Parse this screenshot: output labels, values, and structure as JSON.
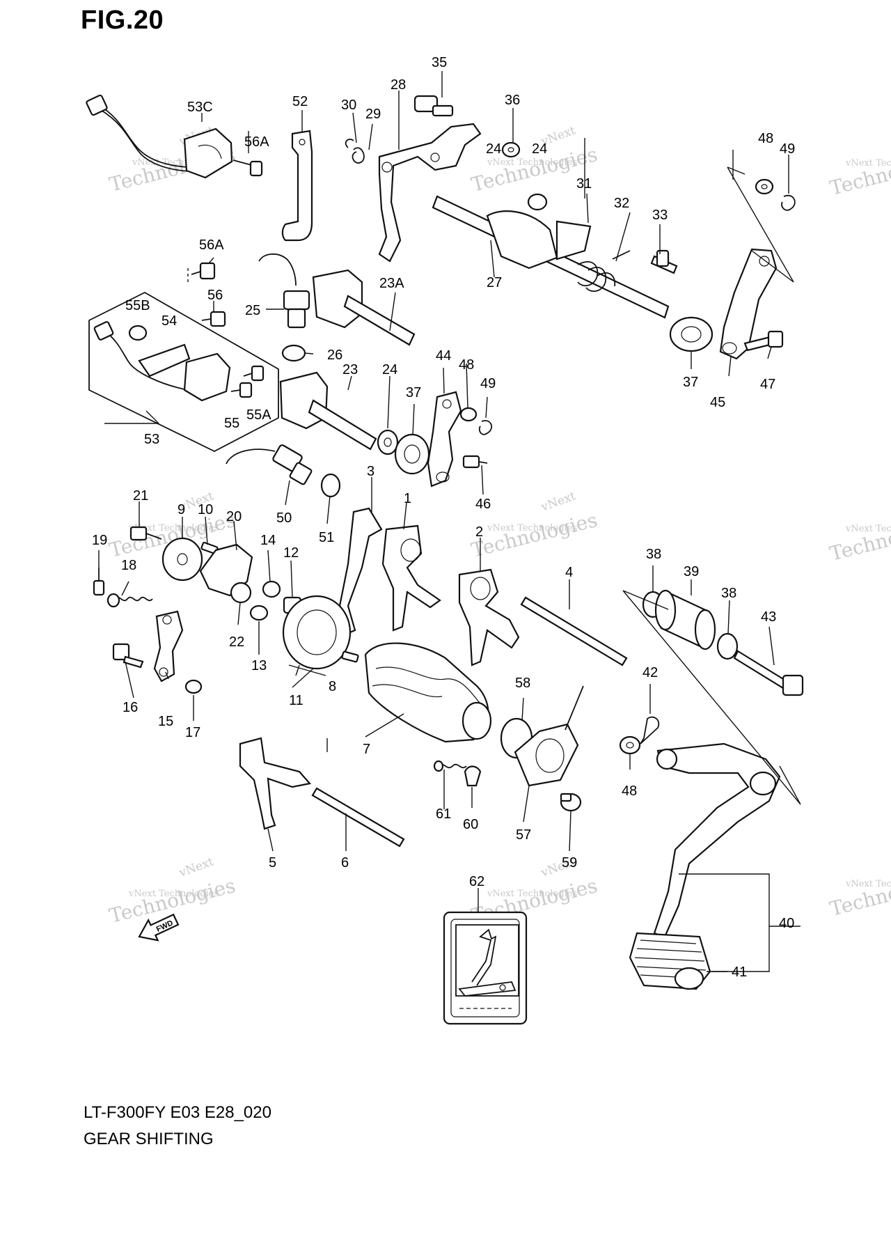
{
  "figure": {
    "title": "FIG.20",
    "model_code": "LT-F300FY E03 E28_020",
    "caption": "GEAR SHIFTING"
  },
  "watermark": {
    "line1": "vNext",
    "line2": "vNext Technologies",
    "line3": "Technologies"
  },
  "direction_badge": "FWD",
  "part_labels": [
    "1",
    "2",
    "3",
    "4",
    "5",
    "6",
    "7",
    "8",
    "9",
    "10",
    "11",
    "12",
    "13",
    "14",
    "15",
    "16",
    "17",
    "18",
    "19",
    "20",
    "21",
    "22",
    "23",
    "23A",
    "24",
    "24",
    "24",
    "25",
    "26",
    "27",
    "28",
    "29",
    "30",
    "31",
    "32",
    "33",
    "35",
    "36",
    "37",
    "37",
    "38",
    "38",
    "39",
    "40",
    "41",
    "42",
    "43",
    "44",
    "45",
    "46",
    "47",
    "48",
    "48",
    "48",
    "49",
    "49",
    "50",
    "51",
    "52",
    "53",
    "53C",
    "54",
    "55",
    "55A",
    "55B",
    "56",
    "56A",
    "56A",
    "57",
    "58",
    "59",
    "60",
    "61",
    "62"
  ],
  "colors": {
    "ink": "#111111",
    "watermark": "#c9c9c9",
    "background": "#ffffff"
  }
}
